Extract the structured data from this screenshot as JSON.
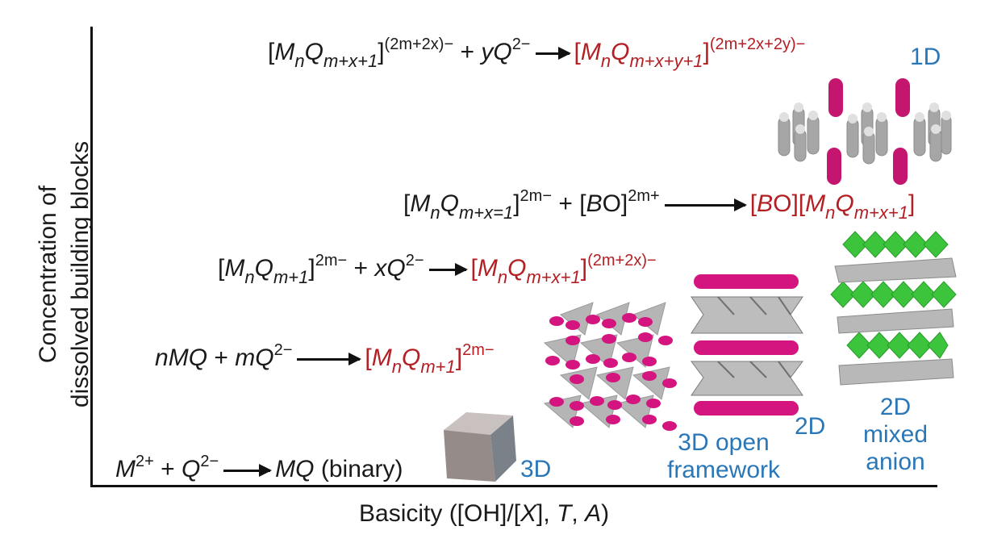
{
  "axes": {
    "y_label_line1": "Concentration of",
    "y_label_line2": "dissolved building blocks",
    "x_label_prefix": "Basicity ([OH]/[",
    "x_label_X": "X",
    "x_label_mid": "], ",
    "x_label_T": "T",
    "x_label_sep": ", ",
    "x_label_A": "A",
    "x_label_suffix": ")"
  },
  "reactions": [
    {
      "id": "binary",
      "reactants": "M²⁺ + Q²⁻",
      "product": "MQ (binary)",
      "product_color": "black",
      "dimensionality": "3D"
    },
    {
      "id": "open-framework",
      "reactants": "nMQ + mQ²⁻",
      "product": "[MnQm+1]2m−",
      "product_color": "red",
      "dimensionality": "3D open framework"
    },
    {
      "id": "layered",
      "reactants": "[MnQm+1]2m− + xQ²⁻",
      "product": "[MnQm+x+1](2m+2x)−",
      "product_color": "red",
      "dimensionality": "2D"
    },
    {
      "id": "mixed-anion",
      "reactants": "[MnQm+x=1]2m− + [BO]2m+",
      "product": "[BO][MnQm+x+1]",
      "product_color": "red",
      "dimensionality": "2D mixed anion"
    },
    {
      "id": "chain",
      "reactants": "[MnQm+x+1](2m+2x)− + yQ²⁻",
      "product": "[MnQm+x+y+1](2m+2x+2y)−",
      "product_color": "red",
      "dimensionality": "1D"
    }
  ],
  "text": {
    "M": "M",
    "Q": "Q",
    "n": "n",
    "m": "m",
    "x": "x",
    "y": "y",
    "B": "B",
    "O": "O",
    "plus": " + ",
    "sup_2plus": "2+",
    "sup_2minus": "2−",
    "sup_2mminus": "2m−",
    "sup_2mplus": "2m+",
    "sup_2m2x": "(2m+2x)−",
    "sup_2m2x2y": "(2m+2x+2y)−",
    "sub_m1": "m+1",
    "sub_mx1": "m+x+1",
    "sub_mxeq1": "m+x=1",
    "sub_mxy1": "m+x+y+1",
    "lb": "[",
    "rb": "]",
    "binary": " (binary)",
    "bo_open": "[",
    "bo_close": "]"
  },
  "labels": {
    "d3": "3D",
    "d3open_1": "3D open",
    "d3open_2": "framework",
    "d2": "2D",
    "d2mixed_1": "2D",
    "d2mixed_2": "mixed",
    "d2mixed_3": "anion",
    "d1": "1D"
  },
  "colors": {
    "product_red": "#b41f24",
    "label_blue": "#2a77b8",
    "chalcogen_magenta": "#d4147f",
    "polyhedra_gray": "#a9a9a9",
    "mixed_anion_green": "#3cc43c",
    "cube_gray": "#9a8f8d"
  }
}
